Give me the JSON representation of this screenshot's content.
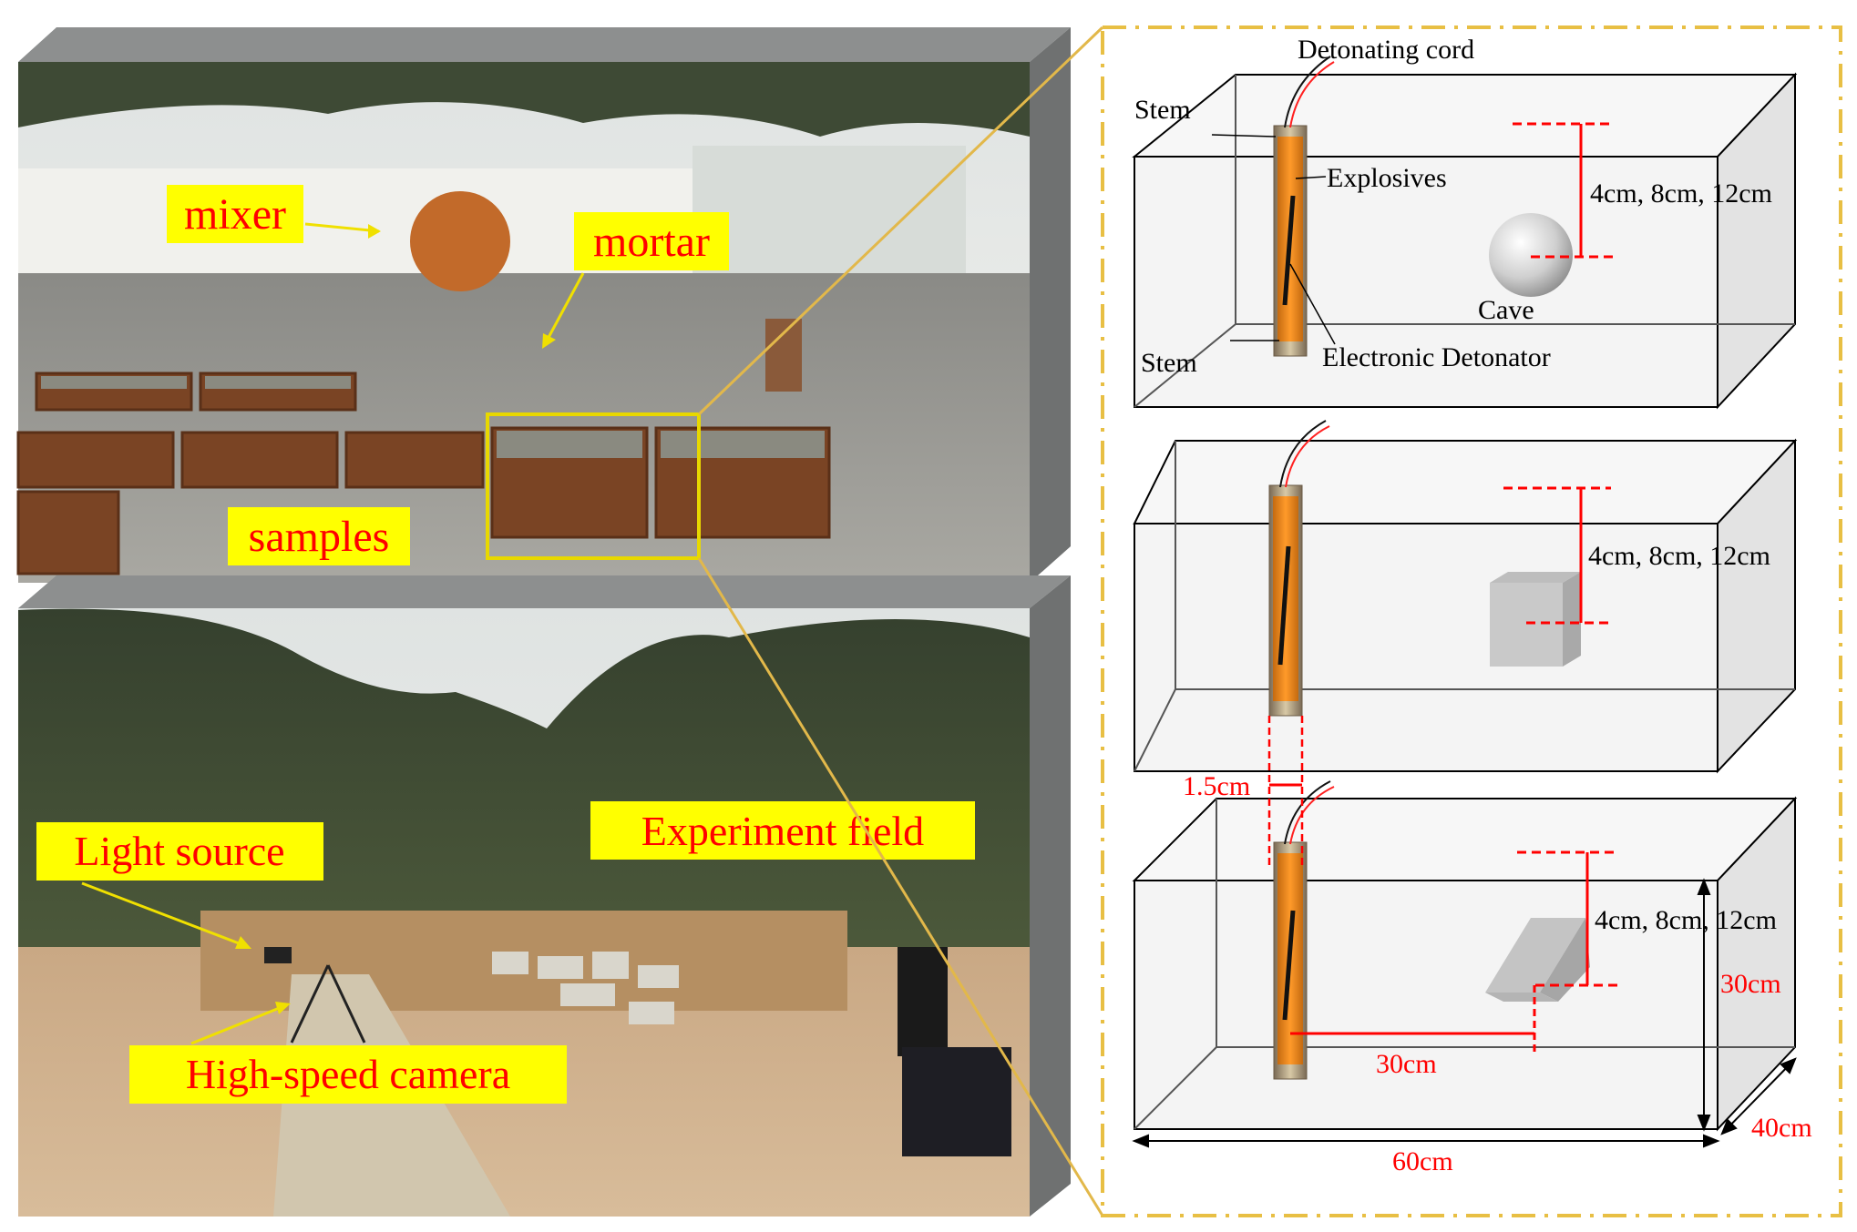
{
  "colors": {
    "frame_gray": "#8d8f8f",
    "label_bg": "#ffff00",
    "label_text": "#ff0000",
    "highlight": "#e8d800",
    "connector": "#e2b84a",
    "dim_red": "#ff0000"
  },
  "top_photo": {
    "labels": {
      "mixer": "mixer",
      "mortar": "mortar",
      "samples": "samples"
    }
  },
  "bottom_photo": {
    "labels": {
      "light_source": "Light source",
      "experiment_field": "Experiment field",
      "high_speed_camera": "High-speed camera"
    }
  },
  "diagram": {
    "top_box": {
      "detonating_cord": "Detonating cord",
      "stem_top": "Stem",
      "explosives": "Explosives",
      "depths": "4cm, 8cm, 12cm",
      "cave": "Cave",
      "stem_bottom": "Stem",
      "electronic_detonator": "Electronic Detonator"
    },
    "middle_box": {
      "depths": "4cm, 8cm, 12cm"
    },
    "bottom_box": {
      "depths": "4cm, 8cm, 12cm",
      "hole_diameter": "1.5cm",
      "height": "30cm",
      "distance": "30cm",
      "width": "60cm",
      "depth": "40cm"
    }
  }
}
